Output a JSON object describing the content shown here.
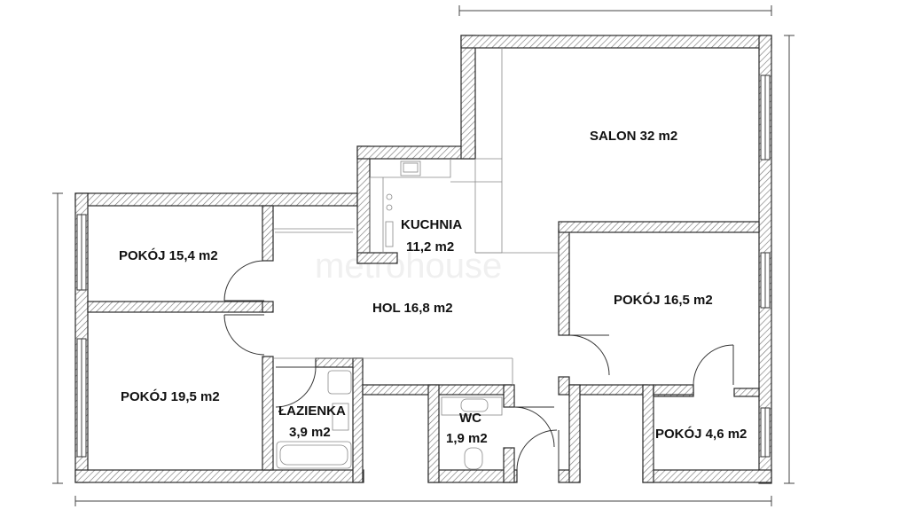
{
  "watermark": "metrohouse",
  "rooms": {
    "salon": "SALON 32 m2",
    "kuchnia_line1": "KUCHNIA",
    "kuchnia_line2": "11,2 m2",
    "pokoj_15_4": "POKÓJ 15,4 m2",
    "hol": "HOL 16,8 m2",
    "pokoj_16_5": "POKÓJ 16,5 m2",
    "pokoj_19_5": "POKÓJ 19,5 m2",
    "lazienka_line1": "ŁAZIENKA",
    "lazienka_line2": "3,9 m2",
    "wc_line1": "WC",
    "wc_line2": "1,9 m2",
    "pokoj_4_6": "POKÓJ 4,6 m2"
  },
  "colors": {
    "wall_outline": "#2a2a2a",
    "wall_hatch": "#7a7a7a",
    "background": "#ffffff"
  }
}
